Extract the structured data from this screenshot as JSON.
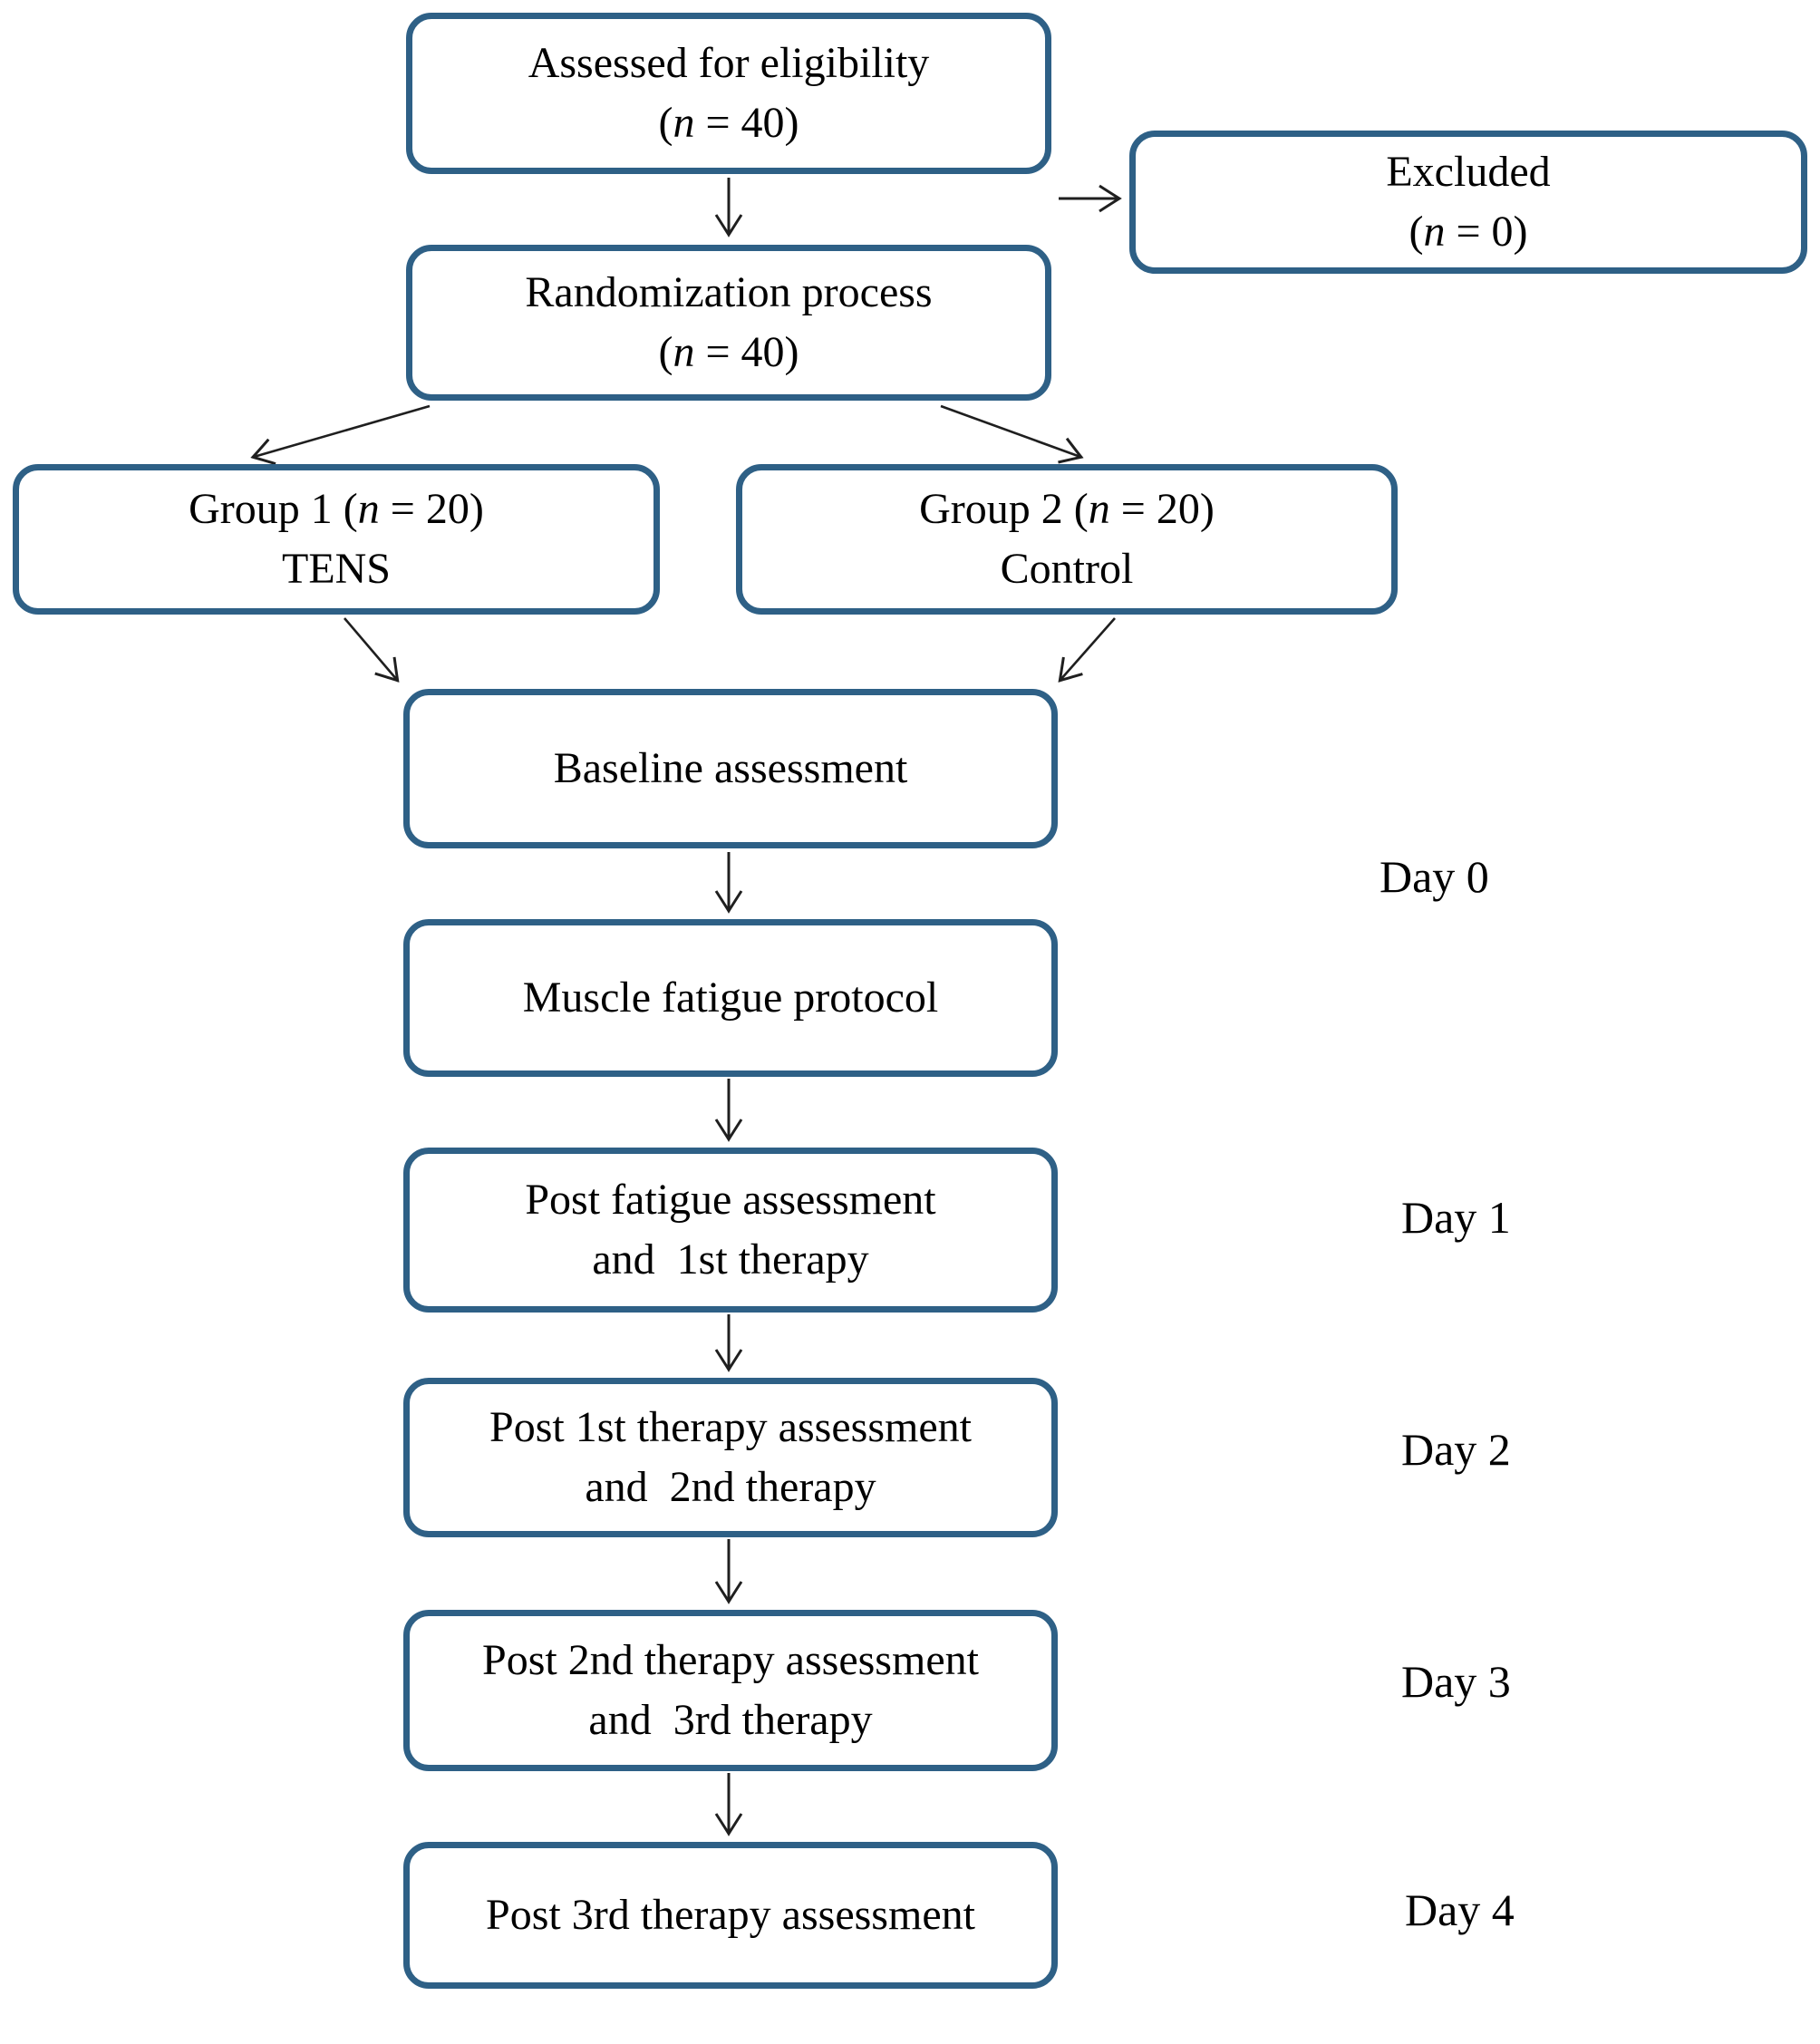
{
  "diagram": {
    "boxes": [
      {
        "id": "assessed",
        "lines": [
          "Assessed for eligibility",
          "(n = 40)"
        ]
      },
      {
        "id": "excluded",
        "lines": [
          "Excluded",
          "(n = 0)"
        ]
      },
      {
        "id": "randomization",
        "lines": [
          "Randomization process",
          "(n = 40)"
        ]
      },
      {
        "id": "group1",
        "lines": [
          "Group 1 (n = 20)",
          "TENS"
        ]
      },
      {
        "id": "group2",
        "lines": [
          "Group 2 (n = 20)",
          "Control"
        ]
      },
      {
        "id": "baseline",
        "lines": [
          "Baseline assessment"
        ]
      },
      {
        "id": "fatigue",
        "lines": [
          "Muscle fatigue protocol"
        ]
      },
      {
        "id": "postfatigue",
        "lines": [
          "Post fatigue assessment",
          "and  1st therapy"
        ]
      },
      {
        "id": "post1",
        "lines": [
          "Post 1st therapy assessment",
          "and  2nd therapy"
        ]
      },
      {
        "id": "post2",
        "lines": [
          "Post 2nd therapy assessment",
          "and  3rd therapy"
        ]
      },
      {
        "id": "post3",
        "lines": [
          "Post 3rd therapy assessment"
        ]
      }
    ],
    "day_labels": [
      "Day 0",
      "Day 1",
      "Day 2",
      "Day 3",
      "Day 4"
    ],
    "colors": {
      "box_border": "#2e6086",
      "box_fill": "#ffffff",
      "arrow": "#1f1f1f",
      "text": "#000000",
      "background": "#ffffff"
    }
  }
}
